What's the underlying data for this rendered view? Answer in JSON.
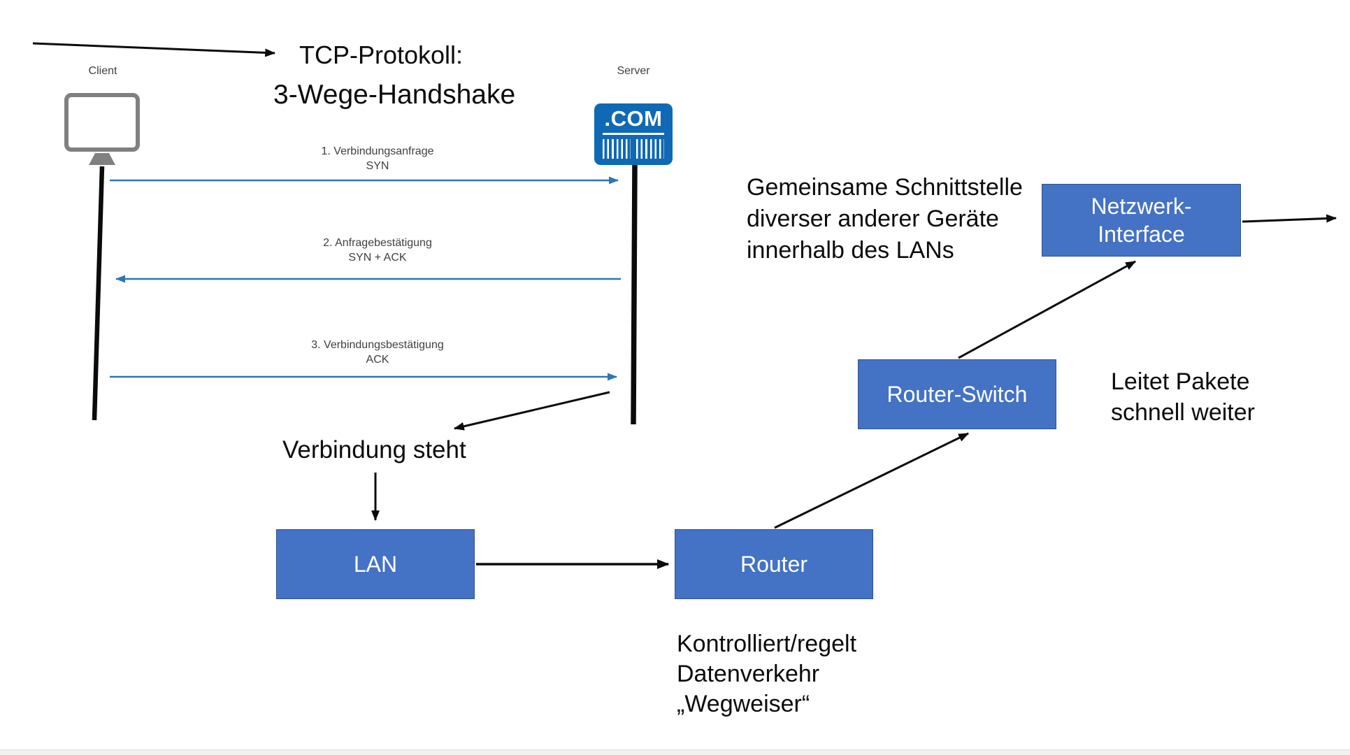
{
  "slide": {
    "title_line1": "TCP-Protokoll:",
    "title_line2": "3-Wege-Handshake"
  },
  "handshake": {
    "client_label": "Client",
    "server_label": "Server",
    "server_icon_text": ".COM",
    "messages": [
      {
        "step": "1. Verbindungsanfrage",
        "flag": "SYN"
      },
      {
        "step": "2. Anfragebestätigung",
        "flag": "SYN + ACK"
      },
      {
        "step": "3. Verbindungsbestätigung",
        "flag": "ACK"
      }
    ],
    "result_label": "Verbindung steht"
  },
  "network": {
    "lan_label": "LAN",
    "router_label": "Router",
    "router_switch_label": "Router-Switch",
    "interface_label": "Netzwerk-\nInterface",
    "interface_note": "Gemeinsame Schnittstelle\ndiverser anderer Geräte\ninnerhalb des LANs",
    "switch_note": "Leitet Pakete\nschnell weiter",
    "router_note": "Kontrolliert/regelt\nDatenverkehr\n„Wegweiser“"
  },
  "colors": {
    "node_fill": "#4472C4",
    "node_border": "#2F528F",
    "sequence_arrow": "#2E75B6",
    "server_icon": "#0F69B4",
    "monitor_gray": "#808080",
    "line_black": "#0b0b0b"
  }
}
